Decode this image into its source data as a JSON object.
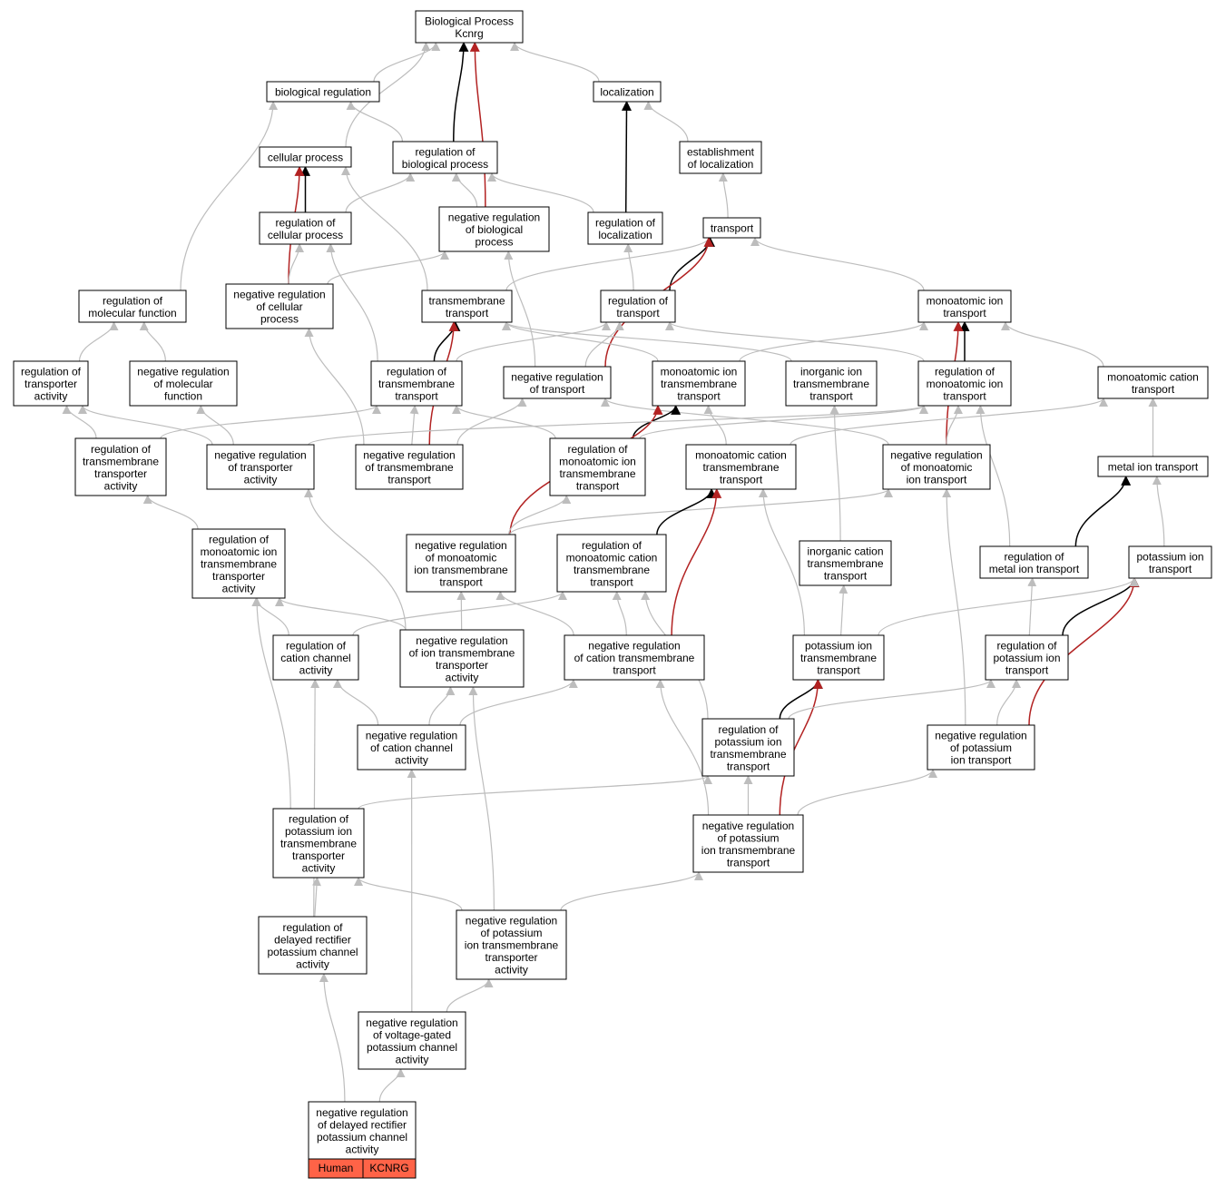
{
  "colors": {
    "edge_gray": "#bdbdbd",
    "edge_black": "#000000",
    "edge_red": "#b22222",
    "label_fill": "#ff6347",
    "node_border": "#000000"
  },
  "nodes": [
    {
      "id": "bp",
      "lines": [
        "Biological Process",
        "Kcnrg"
      ]
    },
    {
      "id": "bioreg",
      "lines": [
        "biological regulation"
      ]
    },
    {
      "id": "loc",
      "lines": [
        "localization"
      ]
    },
    {
      "id": "cellproc",
      "lines": [
        "cellular process"
      ]
    },
    {
      "id": "regbio",
      "lines": [
        "regulation of",
        "biological process"
      ]
    },
    {
      "id": "estloc",
      "lines": [
        "establishment",
        "of localization"
      ]
    },
    {
      "id": "regcell",
      "lines": [
        "regulation of",
        "cellular process"
      ]
    },
    {
      "id": "negregbio",
      "lines": [
        "negative regulation",
        "of biological",
        "process"
      ]
    },
    {
      "id": "regloc",
      "lines": [
        "regulation of",
        "localization"
      ]
    },
    {
      "id": "transport",
      "lines": [
        "transport"
      ]
    },
    {
      "id": "regmolfn",
      "lines": [
        "regulation of",
        "molecular function"
      ]
    },
    {
      "id": "negregcell",
      "lines": [
        "negative regulation",
        "of cellular",
        "process"
      ]
    },
    {
      "id": "tmtransport",
      "lines": [
        "transmembrane",
        "transport"
      ]
    },
    {
      "id": "regtransport",
      "lines": [
        "regulation of",
        "transport"
      ]
    },
    {
      "id": "monoion",
      "lines": [
        "monoatomic ion",
        "transport"
      ]
    },
    {
      "id": "regtransact",
      "lines": [
        "regulation of",
        "transporter",
        "activity"
      ]
    },
    {
      "id": "negregmolfn",
      "lines": [
        "negative regulation",
        "of molecular",
        "function"
      ]
    },
    {
      "id": "regtm",
      "lines": [
        "regulation of",
        "transmembrane",
        "transport"
      ]
    },
    {
      "id": "negregtransport",
      "lines": [
        "negative regulation",
        "of transport"
      ]
    },
    {
      "id": "monoiontm",
      "lines": [
        "monoatomic ion",
        "transmembrane",
        "transport"
      ]
    },
    {
      "id": "inorgiontm",
      "lines": [
        "inorganic ion",
        "transmembrane",
        "transport"
      ]
    },
    {
      "id": "regmonoion",
      "lines": [
        "regulation of",
        "monoatomic ion",
        "transport"
      ]
    },
    {
      "id": "monocation",
      "lines": [
        "monoatomic cation",
        "transport"
      ]
    },
    {
      "id": "regtmtransact",
      "lines": [
        "regulation of",
        "transmembrane",
        "transporter",
        "activity"
      ]
    },
    {
      "id": "negregtransact",
      "lines": [
        "negative regulation",
        "of transporter",
        "activity"
      ]
    },
    {
      "id": "negregtm",
      "lines": [
        "negative regulation",
        "of transmembrane",
        "transport"
      ]
    },
    {
      "id": "regmonoiontm",
      "lines": [
        "regulation of",
        "monoatomic ion",
        "transmembrane",
        "transport"
      ]
    },
    {
      "id": "monocationtm",
      "lines": [
        "monoatomic cation",
        "transmembrane",
        "transport"
      ]
    },
    {
      "id": "negregmonoion",
      "lines": [
        "negative regulation",
        "of monoatomic",
        "ion transport"
      ]
    },
    {
      "id": "metalion",
      "lines": [
        "metal ion transport"
      ]
    },
    {
      "id": "regmonoiontmtransact",
      "lines": [
        "regulation of",
        "monoatomic ion",
        "transmembrane",
        "transporter",
        "activity"
      ]
    },
    {
      "id": "negregmonoiontm",
      "lines": [
        "negative regulation",
        "of monoatomic",
        "ion transmembrane",
        "transport"
      ]
    },
    {
      "id": "regmonocationtm",
      "lines": [
        "regulation of",
        "monoatomic cation",
        "transmembrane",
        "transport"
      ]
    },
    {
      "id": "inorgcationtm",
      "lines": [
        "inorganic cation",
        "transmembrane",
        "transport"
      ]
    },
    {
      "id": "regmetalion",
      "lines": [
        "regulation of",
        "metal ion transport"
      ]
    },
    {
      "id": "potion",
      "lines": [
        "potassium ion",
        "transport"
      ]
    },
    {
      "id": "regcationch",
      "lines": [
        "regulation of",
        "cation channel",
        "activity"
      ]
    },
    {
      "id": "negregiontmtransact",
      "lines": [
        "negative regulation",
        "of ion transmembrane",
        "transporter",
        "activity"
      ]
    },
    {
      "id": "negregcationtm",
      "lines": [
        "negative regulation",
        "of cation transmembrane",
        "transport"
      ]
    },
    {
      "id": "potiontm",
      "lines": [
        "potassium ion",
        "transmembrane",
        "transport"
      ]
    },
    {
      "id": "regpotion",
      "lines": [
        "regulation of",
        "potassium ion",
        "transport"
      ]
    },
    {
      "id": "negregcationch",
      "lines": [
        "negative regulation",
        "of cation channel",
        "activity"
      ]
    },
    {
      "id": "regpotiontm",
      "lines": [
        "regulation of",
        "potassium ion",
        "transmembrane",
        "transport"
      ]
    },
    {
      "id": "negregpotion",
      "lines": [
        "negative regulation",
        "of potassium",
        "ion transport"
      ]
    },
    {
      "id": "regpotiontmtransact",
      "lines": [
        "regulation of",
        "potassium ion",
        "transmembrane",
        "transporter",
        "activity"
      ]
    },
    {
      "id": "negregpotiontm",
      "lines": [
        "negative regulation",
        "of potassium",
        "ion transmembrane",
        "transport"
      ]
    },
    {
      "id": "regdelayed",
      "lines": [
        "regulation of",
        "delayed rectifier",
        "potassium channel",
        "activity"
      ]
    },
    {
      "id": "negregpotiontmtransact",
      "lines": [
        "negative regulation",
        "of potassium",
        "ion transmembrane",
        "transporter",
        "activity"
      ]
    },
    {
      "id": "negregvgated",
      "lines": [
        "negative regulation",
        "of voltage-gated",
        "potassium channel",
        "activity"
      ]
    },
    {
      "id": "negregdelayed",
      "lines": [
        "negative regulation",
        "of delayed rectifier",
        "potassium channel",
        "activity"
      ]
    }
  ],
  "labels": {
    "species": "Human",
    "gene": "KCNRG"
  },
  "edges": [
    {
      "from": "bioreg",
      "to": "bp",
      "color": "gray"
    },
    {
      "from": "cellproc",
      "to": "bp",
      "color": "gray"
    },
    {
      "from": "regbio",
      "to": "bp",
      "color": "black"
    },
    {
      "from": "negregbio",
      "to": "bp",
      "color": "red"
    },
    {
      "from": "loc",
      "to": "bp",
      "color": "gray"
    },
    {
      "from": "regbio",
      "to": "bioreg",
      "color": "gray"
    },
    {
      "from": "regmolfn",
      "to": "bioreg",
      "color": "gray"
    },
    {
      "from": "estloc",
      "to": "loc",
      "color": "gray"
    },
    {
      "from": "regloc",
      "to": "loc",
      "color": "black"
    },
    {
      "from": "regcell",
      "to": "cellproc",
      "color": "black"
    },
    {
      "from": "negregcell",
      "to": "cellproc",
      "color": "red"
    },
    {
      "from": "tmtransport",
      "to": "cellproc",
      "color": "gray"
    },
    {
      "from": "regcell",
      "to": "regbio",
      "color": "gray"
    },
    {
      "from": "negregbio",
      "to": "regbio",
      "color": "gray"
    },
    {
      "from": "regloc",
      "to": "regbio",
      "color": "gray"
    },
    {
      "from": "negregcell",
      "to": "regcell",
      "color": "gray"
    },
    {
      "from": "negregcell",
      "to": "negregbio",
      "color": "gray"
    },
    {
      "from": "negregtransport",
      "to": "negregbio",
      "color": "gray"
    },
    {
      "from": "transport",
      "to": "estloc",
      "color": "gray"
    },
    {
      "from": "regtransport",
      "to": "regloc",
      "color": "gray"
    },
    {
      "from": "tmtransport",
      "to": "transport",
      "color": "gray"
    },
    {
      "from": "regtransport",
      "to": "transport",
      "color": "black"
    },
    {
      "from": "negregtransport",
      "to": "transport",
      "color": "red"
    },
    {
      "from": "monoion",
      "to": "transport",
      "color": "gray"
    },
    {
      "from": "regtransact",
      "to": "regmolfn",
      "color": "gray"
    },
    {
      "from": "negregmolfn",
      "to": "regmolfn",
      "color": "gray"
    },
    {
      "from": "regtm",
      "to": "tmtransport",
      "color": "black"
    },
    {
      "from": "negregtm",
      "to": "tmtransport",
      "color": "red"
    },
    {
      "from": "monoiontm",
      "to": "tmtransport",
      "color": "gray"
    },
    {
      "from": "inorgiontm",
      "to": "tmtransport",
      "color": "gray"
    },
    {
      "from": "regtm",
      "to": "regcell",
      "color": "gray"
    },
    {
      "from": "negregtm",
      "to": "negregcell",
      "color": "gray"
    },
    {
      "from": "regtm",
      "to": "regtransport",
      "color": "gray"
    },
    {
      "from": "negregtransport",
      "to": "regtransport",
      "color": "gray"
    },
    {
      "from": "regmonoion",
      "to": "regtransport",
      "color": "gray"
    },
    {
      "from": "monoiontm",
      "to": "monoion",
      "color": "gray"
    },
    {
      "from": "regmonoion",
      "to": "monoion",
      "color": "black"
    },
    {
      "from": "negregmonoion",
      "to": "monoion",
      "color": "red"
    },
    {
      "from": "monocation",
      "to": "monoion",
      "color": "gray"
    },
    {
      "from": "regtmtransact",
      "to": "regtransact",
      "color": "gray"
    },
    {
      "from": "negregtransact",
      "to": "regtransact",
      "color": "gray"
    },
    {
      "from": "negregtransact",
      "to": "negregmolfn",
      "color": "gray"
    },
    {
      "from": "regtmtransact",
      "to": "regtm",
      "color": "gray"
    },
    {
      "from": "negregtm",
      "to": "regtm",
      "color": "gray"
    },
    {
      "from": "regmonoiontm",
      "to": "regtm",
      "color": "gray"
    },
    {
      "from": "negregtm",
      "to": "negregtransport",
      "color": "gray"
    },
    {
      "from": "negregmonoion",
      "to": "negregtransport",
      "color": "gray"
    },
    {
      "from": "regmonoiontm",
      "to": "monoiontm",
      "color": "black"
    },
    {
      "from": "negregmonoiontm",
      "to": "monoiontm",
      "color": "red"
    },
    {
      "from": "monocationtm",
      "to": "monoiontm",
      "color": "gray"
    },
    {
      "from": "inorgcationtm",
      "to": "inorgiontm",
      "color": "gray"
    },
    {
      "from": "negregmonoion",
      "to": "regmonoion",
      "color": "gray"
    },
    {
      "from": "regmonoiontm",
      "to": "regmonoion",
      "color": "gray"
    },
    {
      "from": "regmetalion",
      "to": "regmonoion",
      "color": "gray"
    },
    {
      "from": "metalion",
      "to": "monocation",
      "color": "gray"
    },
    {
      "from": "monocationtm",
      "to": "monocation",
      "color": "gray"
    },
    {
      "from": "negregtransact",
      "to": "regmonoion",
      "color": "gray"
    },
    {
      "from": "regmonoiontmtransact",
      "to": "regtmtransact",
      "color": "gray"
    },
    {
      "from": "negregiontmtransact",
      "to": "negregtransact",
      "color": "gray"
    },
    {
      "from": "negregmonoiontm",
      "to": "regmonoiontm",
      "color": "gray"
    },
    {
      "from": "negregmonoiontm",
      "to": "negregmonoion",
      "color": "gray"
    },
    {
      "from": "regmonocationtm",
      "to": "monocationtm",
      "color": "black"
    },
    {
      "from": "negregcationtm",
      "to": "monocationtm",
      "color": "red"
    },
    {
      "from": "potiontm",
      "to": "monocationtm",
      "color": "gray"
    },
    {
      "from": "regmetalion",
      "to": "metalion",
      "color": "black"
    },
    {
      "from": "potion",
      "to": "metalion",
      "color": "gray"
    },
    {
      "from": "regcationch",
      "to": "regmonoiontmtransact",
      "color": "gray"
    },
    {
      "from": "negregiontmtransact",
      "to": "regmonoiontmtransact",
      "color": "gray"
    },
    {
      "from": "negregiontmtransact",
      "to": "negregmonoiontm",
      "color": "gray"
    },
    {
      "from": "negregcationtm",
      "to": "negregmonoiontm",
      "color": "gray"
    },
    {
      "from": "negregcationtm",
      "to": "regmonocationtm",
      "color": "gray"
    },
    {
      "from": "regcationch",
      "to": "regmonocationtm",
      "color": "gray"
    },
    {
      "from": "potiontm",
      "to": "inorgcationtm",
      "color": "gray"
    },
    {
      "from": "regpotion",
      "to": "regmetalion",
      "color": "gray"
    },
    {
      "from": "regpotion",
      "to": "potion",
      "color": "black"
    },
    {
      "from": "negregpotion",
      "to": "potion",
      "color": "red"
    },
    {
      "from": "potiontm",
      "to": "potion",
      "color": "gray"
    },
    {
      "from": "negregcationch",
      "to": "regcationch",
      "color": "gray"
    },
    {
      "from": "negregcationch",
      "to": "negregiontmtransact",
      "color": "gray"
    },
    {
      "from": "negregcationch",
      "to": "negregcationtm",
      "color": "gray"
    },
    {
      "from": "regpotiontm",
      "to": "potiontm",
      "color": "black"
    },
    {
      "from": "negregpotiontm",
      "to": "potiontm",
      "color": "red"
    },
    {
      "from": "regpotiontm",
      "to": "regmonocationtm",
      "color": "gray"
    },
    {
      "from": "regpotiontm",
      "to": "regpotion",
      "color": "gray"
    },
    {
      "from": "negregpotion",
      "to": "regpotion",
      "color": "gray"
    },
    {
      "from": "negregpotion",
      "to": "negregmonoion",
      "color": "gray"
    },
    {
      "from": "regpotiontmtransact",
      "to": "regmonoiontmtransact",
      "color": "gray"
    },
    {
      "from": "regpotiontmtransact",
      "to": "regpotiontm",
      "color": "gray"
    },
    {
      "from": "negregpotiontm",
      "to": "regpotiontm",
      "color": "gray"
    },
    {
      "from": "negregpotiontm",
      "to": "negregcationtm",
      "color": "gray"
    },
    {
      "from": "negregpotiontm",
      "to": "negregpotion",
      "color": "gray"
    },
    {
      "from": "regdelayed",
      "to": "regpotiontmtransact",
      "color": "gray"
    },
    {
      "from": "regdelayed",
      "to": "regcationch",
      "color": "gray"
    },
    {
      "from": "negregpotiontmtransact",
      "to": "regpotiontmtransact",
      "color": "gray"
    },
    {
      "from": "negregpotiontmtransact",
      "to": "negregiontmtransact",
      "color": "gray"
    },
    {
      "from": "negregpotiontmtransact",
      "to": "negregpotiontm",
      "color": "gray"
    },
    {
      "from": "negregvgated",
      "to": "negregcationch",
      "color": "gray"
    },
    {
      "from": "negregvgated",
      "to": "negregpotiontmtransact",
      "color": "gray"
    },
    {
      "from": "negregdelayed",
      "to": "negregvgated",
      "color": "gray"
    },
    {
      "from": "negregdelayed",
      "to": "regdelayed",
      "color": "gray"
    }
  ]
}
